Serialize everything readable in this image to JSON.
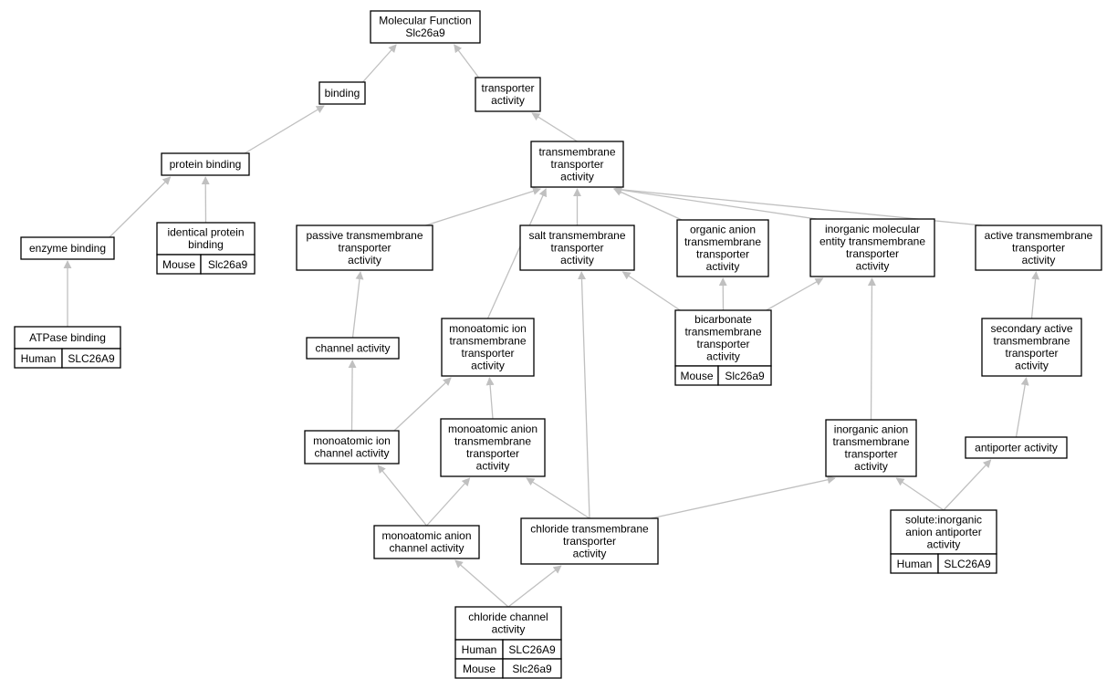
{
  "colors": {
    "human": "#ff6347",
    "mouse": "#add8e6",
    "edge": "#c0c0c0"
  },
  "nodes": [
    {
      "id": "mf",
      "lines": [
        "Molecular Function",
        "Slc26a9"
      ],
      "tags": []
    },
    {
      "id": "binding",
      "lines": [
        "binding"
      ],
      "tags": []
    },
    {
      "id": "transporter",
      "lines": [
        "transporter",
        "activity"
      ],
      "tags": []
    },
    {
      "id": "protein_binding",
      "lines": [
        "protein binding"
      ],
      "tags": []
    },
    {
      "id": "tm_transporter",
      "lines": [
        "transmembrane",
        "transporter",
        "activity"
      ],
      "tags": []
    },
    {
      "id": "enzyme_binding",
      "lines": [
        "enzyme binding"
      ],
      "tags": []
    },
    {
      "id": "identical_protein_binding",
      "lines": [
        "identical protein",
        "binding"
      ],
      "tags": [
        {
          "species": "Mouse",
          "gene": "Slc26a9"
        }
      ]
    },
    {
      "id": "passive_tm",
      "lines": [
        "passive transmembrane",
        "transporter",
        "activity"
      ],
      "tags": []
    },
    {
      "id": "salt_tm",
      "lines": [
        "salt transmembrane",
        "transporter",
        "activity"
      ],
      "tags": []
    },
    {
      "id": "organic_anion_tm",
      "lines": [
        "organic anion",
        "transmembrane",
        "transporter",
        "activity"
      ],
      "tags": []
    },
    {
      "id": "inorganic_mol_tm",
      "lines": [
        "inorganic molecular",
        "entity transmembrane",
        "transporter",
        "activity"
      ],
      "tags": []
    },
    {
      "id": "active_tm",
      "lines": [
        "active transmembrane",
        "transporter",
        "activity"
      ],
      "tags": []
    },
    {
      "id": "atpase_binding",
      "lines": [
        "ATPase binding"
      ],
      "tags": [
        {
          "species": "Human",
          "gene": "SLC26A9"
        }
      ]
    },
    {
      "id": "channel_activity",
      "lines": [
        "channel activity"
      ],
      "tags": []
    },
    {
      "id": "monoatomic_ion_tm",
      "lines": [
        "monoatomic ion",
        "transmembrane",
        "transporter",
        "activity"
      ],
      "tags": []
    },
    {
      "id": "bicarbonate_tm",
      "lines": [
        "bicarbonate",
        "transmembrane",
        "transporter",
        "activity"
      ],
      "tags": [
        {
          "species": "Mouse",
          "gene": "Slc26a9"
        }
      ]
    },
    {
      "id": "secondary_active_tm",
      "lines": [
        "secondary active",
        "transmembrane",
        "transporter",
        "activity"
      ],
      "tags": []
    },
    {
      "id": "monoatomic_ion_channel",
      "lines": [
        "monoatomic ion",
        "channel activity"
      ],
      "tags": []
    },
    {
      "id": "monoatomic_anion_tm",
      "lines": [
        "monoatomic anion",
        "transmembrane",
        "transporter",
        "activity"
      ],
      "tags": []
    },
    {
      "id": "inorganic_anion_tm",
      "lines": [
        "inorganic anion",
        "transmembrane",
        "transporter",
        "activity"
      ],
      "tags": []
    },
    {
      "id": "antiporter",
      "lines": [
        "antiporter activity"
      ],
      "tags": []
    },
    {
      "id": "monoatomic_anion_channel",
      "lines": [
        "monoatomic anion",
        "channel activity"
      ],
      "tags": []
    },
    {
      "id": "chloride_tm",
      "lines": [
        "chloride transmembrane",
        "transporter",
        "activity"
      ],
      "tags": []
    },
    {
      "id": "solute_inorganic_antiporter",
      "lines": [
        "solute:inorganic",
        "anion antiporter",
        "activity"
      ],
      "tags": [
        {
          "species": "Human",
          "gene": "SLC26A9"
        }
      ]
    },
    {
      "id": "chloride_channel",
      "lines": [
        "chloride channel",
        "activity"
      ],
      "tags": [
        {
          "species": "Human",
          "gene": "SLC26A9"
        },
        {
          "species": "Mouse",
          "gene": "Slc26a9"
        }
      ]
    }
  ],
  "edges": [
    {
      "from": "binding",
      "to": "mf"
    },
    {
      "from": "transporter",
      "to": "mf"
    },
    {
      "from": "protein_binding",
      "to": "binding"
    },
    {
      "from": "tm_transporter",
      "to": "transporter"
    },
    {
      "from": "enzyme_binding",
      "to": "protein_binding"
    },
    {
      "from": "identical_protein_binding",
      "to": "protein_binding"
    },
    {
      "from": "atpase_binding",
      "to": "enzyme_binding"
    },
    {
      "from": "passive_tm",
      "to": "tm_transporter"
    },
    {
      "from": "monoatomic_ion_tm",
      "to": "tm_transporter"
    },
    {
      "from": "salt_tm",
      "to": "tm_transporter"
    },
    {
      "from": "organic_anion_tm",
      "to": "tm_transporter"
    },
    {
      "from": "inorganic_mol_tm",
      "to": "tm_transporter"
    },
    {
      "from": "active_tm",
      "to": "tm_transporter"
    },
    {
      "from": "channel_activity",
      "to": "passive_tm"
    },
    {
      "from": "bicarbonate_tm",
      "to": "salt_tm"
    },
    {
      "from": "bicarbonate_tm",
      "to": "organic_anion_tm"
    },
    {
      "from": "bicarbonate_tm",
      "to": "inorganic_mol_tm"
    },
    {
      "from": "secondary_active_tm",
      "to": "active_tm"
    },
    {
      "from": "monoatomic_ion_channel",
      "to": "channel_activity"
    },
    {
      "from": "monoatomic_ion_channel",
      "to": "monoatomic_ion_tm"
    },
    {
      "from": "monoatomic_anion_tm",
      "to": "monoatomic_ion_tm"
    },
    {
      "from": "inorganic_anion_tm",
      "to": "inorganic_mol_tm"
    },
    {
      "from": "antiporter",
      "to": "secondary_active_tm"
    },
    {
      "from": "monoatomic_anion_channel",
      "to": "monoatomic_ion_channel"
    },
    {
      "from": "monoatomic_anion_channel",
      "to": "monoatomic_anion_tm"
    },
    {
      "from": "chloride_tm",
      "to": "salt_tm"
    },
    {
      "from": "chloride_tm",
      "to": "monoatomic_anion_tm"
    },
    {
      "from": "chloride_tm",
      "to": "inorganic_anion_tm"
    },
    {
      "from": "solute_inorganic_antiporter",
      "to": "inorganic_anion_tm"
    },
    {
      "from": "solute_inorganic_antiporter",
      "to": "antiporter"
    },
    {
      "from": "chloride_channel",
      "to": "monoatomic_anion_channel"
    },
    {
      "from": "chloride_channel",
      "to": "chloride_tm"
    }
  ]
}
